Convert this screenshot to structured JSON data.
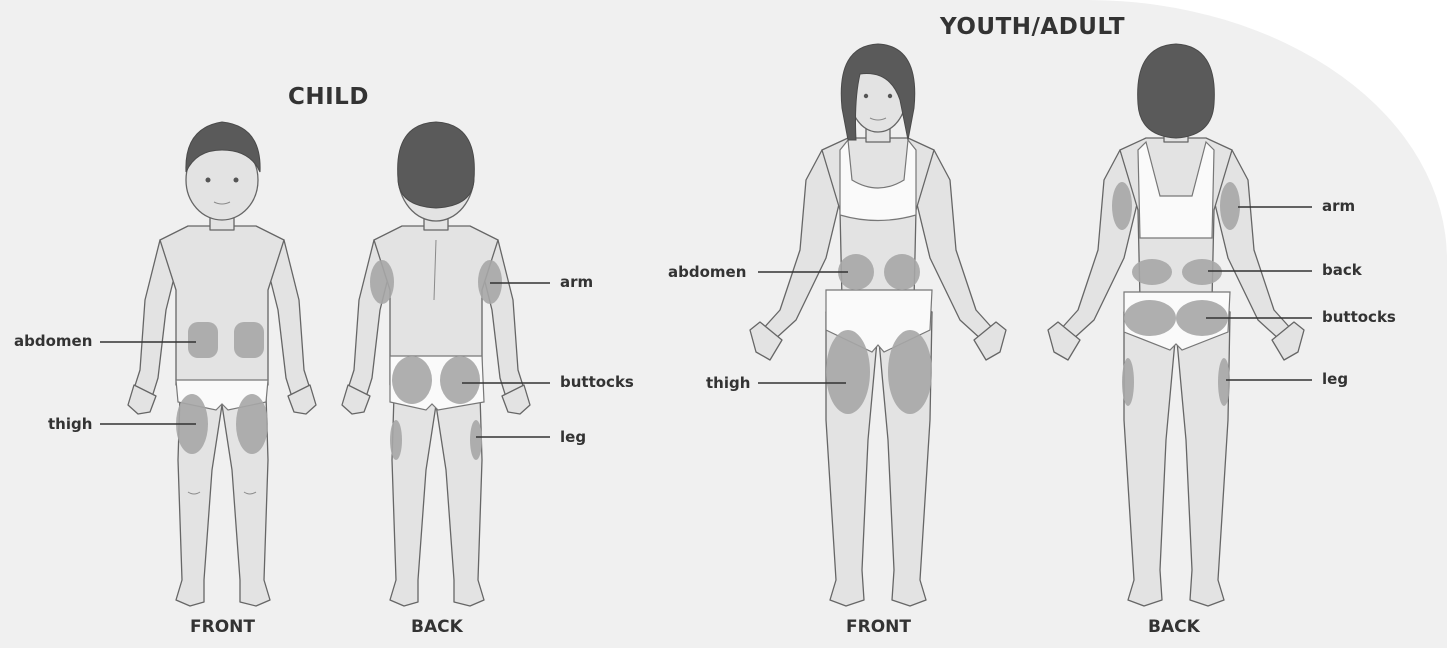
{
  "groups": {
    "child": {
      "title": "CHILD",
      "front_label": "FRONT",
      "back_label": "BACK"
    },
    "adult": {
      "title": "YOUTH/ADULT",
      "front_label": "FRONT",
      "back_label": "BACK"
    }
  },
  "sites": {
    "child_front": {
      "abdomen": "abdomen",
      "thigh": "thigh"
    },
    "child_back": {
      "arm": "arm",
      "buttocks": "buttocks",
      "leg": "leg"
    },
    "adult_front": {
      "abdomen": "abdomen",
      "thigh": "thigh"
    },
    "adult_back": {
      "arm": "arm",
      "back": "back",
      "buttocks": "buttocks",
      "leg": "leg"
    }
  },
  "colors": {
    "background": "#f0f0f0",
    "skin": "#e3e3e3",
    "injection_site": "#a6a6a6",
    "hair": "#5a5a5a",
    "text": "#333333"
  }
}
